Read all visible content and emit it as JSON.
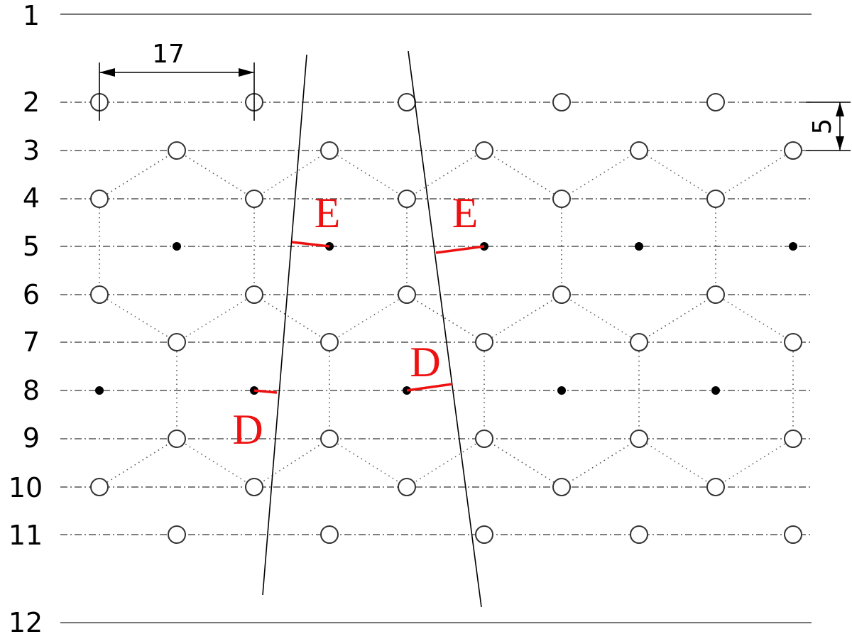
{
  "row_labels": [
    "1",
    "2",
    "3",
    "4",
    "5",
    "6",
    "7",
    "8",
    "9",
    "10",
    "11",
    "12"
  ],
  "dimensions": {
    "horizontal_spacing": "17",
    "vertical_spacing": "5"
  },
  "annotations": {
    "upper_left": "E",
    "upper_right": "E",
    "lower_left": "D",
    "lower_right": "D"
  },
  "colors": {
    "annotation": "#ee1111",
    "lines": "#000000"
  }
}
